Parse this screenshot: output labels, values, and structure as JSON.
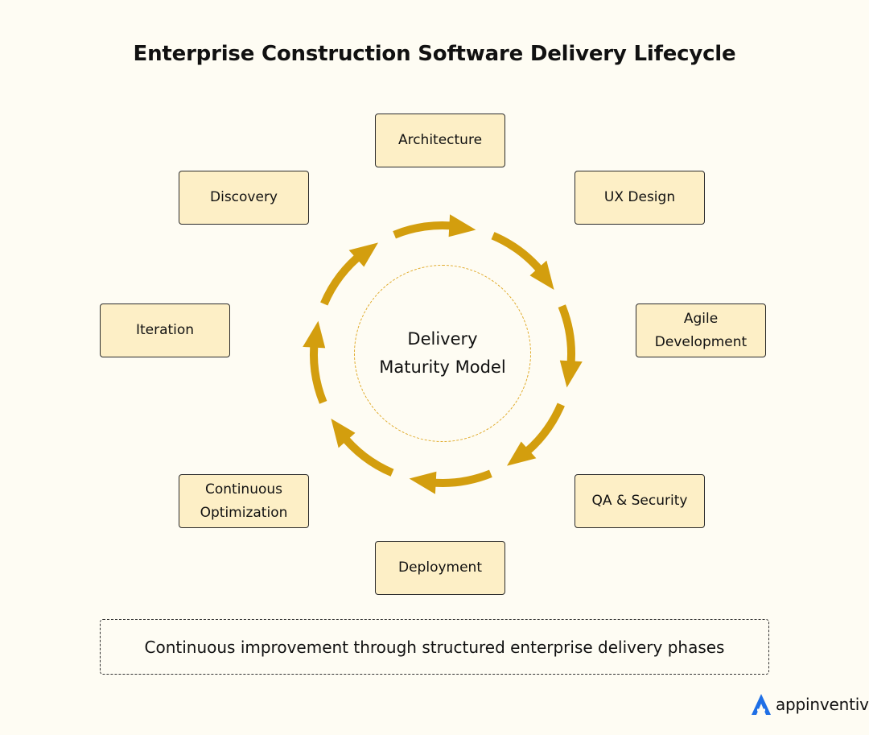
{
  "title": "Enterprise Construction Software Delivery Lifecycle",
  "center": "Delivery\nMaturity Model",
  "phases": [
    "Architecture",
    "UX Design",
    "Agile\nDevelopment",
    "QA & Security",
    "Deployment",
    "Continuous\nOptimization",
    "Iteration",
    "Discovery"
  ],
  "footer": "Continuous improvement through structured enterprise delivery phases",
  "brand": {
    "name": "appinventiv",
    "icon": "appinventiv-logo-icon"
  },
  "colors": {
    "background": "#fefcf3",
    "box_fill": "#fdefc6",
    "arrow": "#d39e0e",
    "logo": "#1f6fe6"
  }
}
